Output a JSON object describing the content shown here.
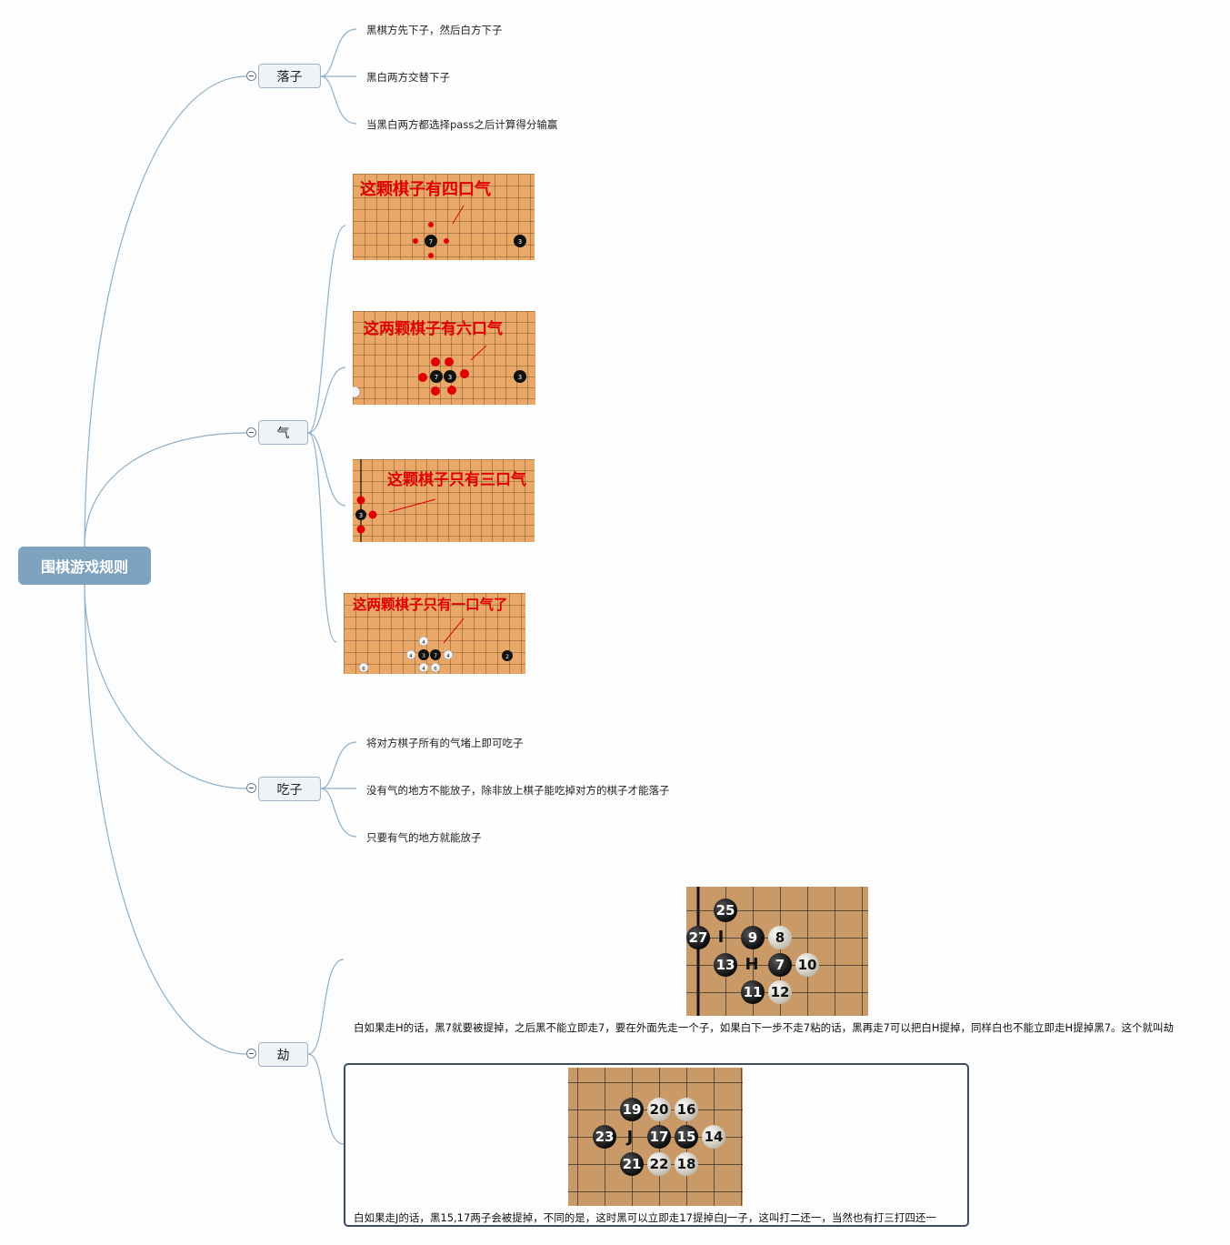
{
  "root": {
    "label": "围棋游戏规则"
  },
  "branches": {
    "luozi": {
      "label": "落子",
      "leaves": [
        "黑棋方先下子，然后白方下子",
        "黑白两方交替下子",
        "当黑白两方都选择pass之后计算得分输赢"
      ]
    },
    "qi": {
      "label": "气",
      "images": [
        {
          "caption": "这颗棋子有四口气",
          "stone_numbers": [
            "7",
            "3"
          ]
        },
        {
          "caption": "这两颗棋子有六口气",
          "stone_numbers": [
            "7",
            "3",
            "3"
          ]
        },
        {
          "caption": "这颗棋子只有三口气",
          "stone_numbers": [
            "3"
          ]
        },
        {
          "caption": "这两颗棋子只有一口气了",
          "stone_numbers": [
            "3",
            "7",
            "2",
            "4",
            "4",
            "4",
            "4",
            "6",
            "6"
          ]
        }
      ]
    },
    "chizi": {
      "label": "吃子",
      "leaves": [
        "将对方棋子所有的气堵上即可吃子",
        "没有气的地方不能放子，除非放上棋子能吃掉对方的棋子才能落子",
        "只要有气的地方就能放子"
      ]
    },
    "jie": {
      "label": "劫",
      "items": [
        {
          "caption": "白如果走H的话，黑7就要被提掉，之后黑不能立即走7，要在外面先走一个子，如果白下一步不走7粘的话，黑再走7可以把白H提掉，同样白也不能立即走H提掉黑7。这个就叫劫",
          "board_labels": [
            "25",
            "27",
            "9",
            "8",
            "13",
            "7",
            "10",
            "11",
            "12"
          ],
          "point_letters": [
            "I",
            "H"
          ]
        },
        {
          "caption": "白如果走J的话，黑15,17两子会被提掉，不同的是，这时黑可以立即走17提掉白J一子，这叫打二还一，当然也有打三打四还一",
          "board_labels": [
            "19",
            "20",
            "16",
            "23",
            "17",
            "15",
            "14",
            "21",
            "22",
            "18"
          ],
          "point_letters": [
            "J"
          ]
        }
      ]
    }
  },
  "colors": {
    "connector": "#8fb0c8",
    "root": "#7ea3bf",
    "diagram_annotation": "#e00000",
    "board_wood": "#c99a68"
  }
}
